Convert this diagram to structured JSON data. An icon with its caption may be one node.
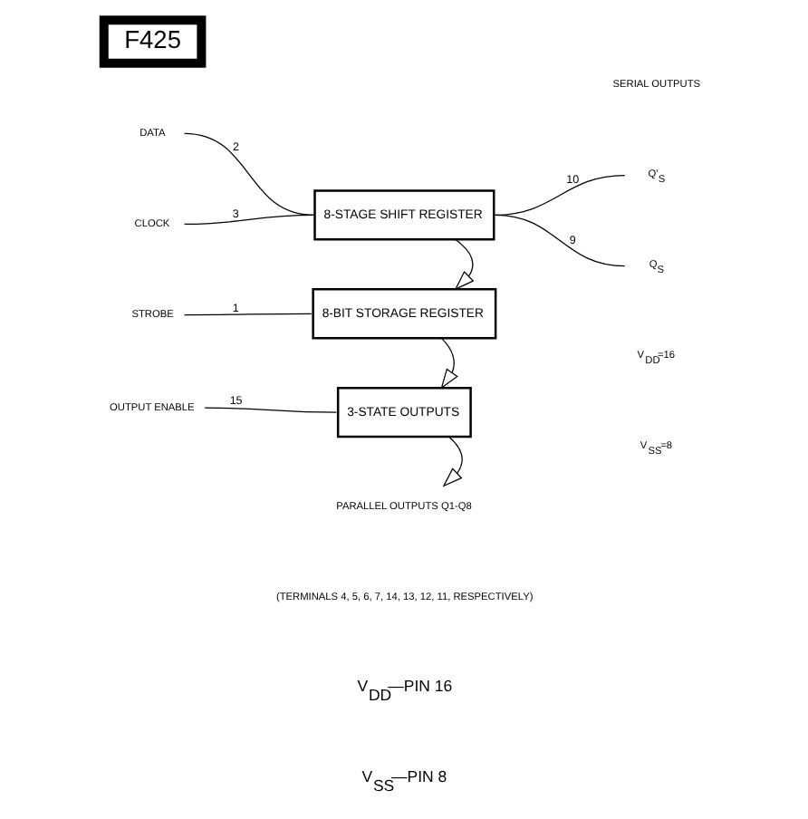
{
  "diagram": {
    "nodes": [
      {
        "text": [
          "F425"
        ]
      },
      {
        "text": [
          "DATA"
        ]
      },
      {
        "text": [
          "CLOCK"
        ]
      },
      {
        "text": [
          "8-STAGE SHIFT REGISTER"
        ]
      },
      {
        "text": [
          "Q'$_{S}$"
        ]
      },
      {
        "text": [
          "Q$_{S}$"
        ]
      },
      {
        "text": [
          "STROBE"
        ]
      },
      {
        "text": [
          "8-BIT STORAGE REGISTER"
        ]
      },
      {
        "text": [
          "OUTPUT ENABLE"
        ]
      },
      {
        "text": [
          "3-STATE OUTPUTS"
        ]
      },
      {
        "text": [
          "PARALLEL OUTPUTS Q1-Q8"
        ]
      }
    ],
    "edges": [
      {
        "from": 1,
        "to": 3,
        "arrow": "none",
        "label": "2"
      },
      {
        "from": 2,
        "to": 3,
        "arrow": "none",
        "label": "3"
      },
      {
        "from": 3,
        "to": 4,
        "arrow": "none",
        "label": "10"
      },
      {
        "from": 3,
        "to": 5,
        "arrow": "none",
        "label": "9"
      },
      {
        "from": 3,
        "to": 7,
        "arrow": "to"
      },
      {
        "from": 6,
        "to": 7,
        "arrow": "none",
        "label": "1"
      },
      {
        "from": 8,
        "to": 9,
        "arrow": "none",
        "label": "15"
      },
      {
        "from": 7,
        "to": 9,
        "arrow": "to"
      },
      {
        "from": 9,
        "to": 10,
        "arrow": "to"
      }
    ],
    "labels": [
      "SERIAL OUTPUTS",
      "V$_{DD}$=16",
      "V$_{SS}$=8",
      "(TERMINALS 4, 5, 6, 7, 14, 13, 12, 11, RESPECTIVELY)",
      "V$_{DD}$—PIN 16",
      "V$_{SS}$—PIN 8"
    ]
  }
}
